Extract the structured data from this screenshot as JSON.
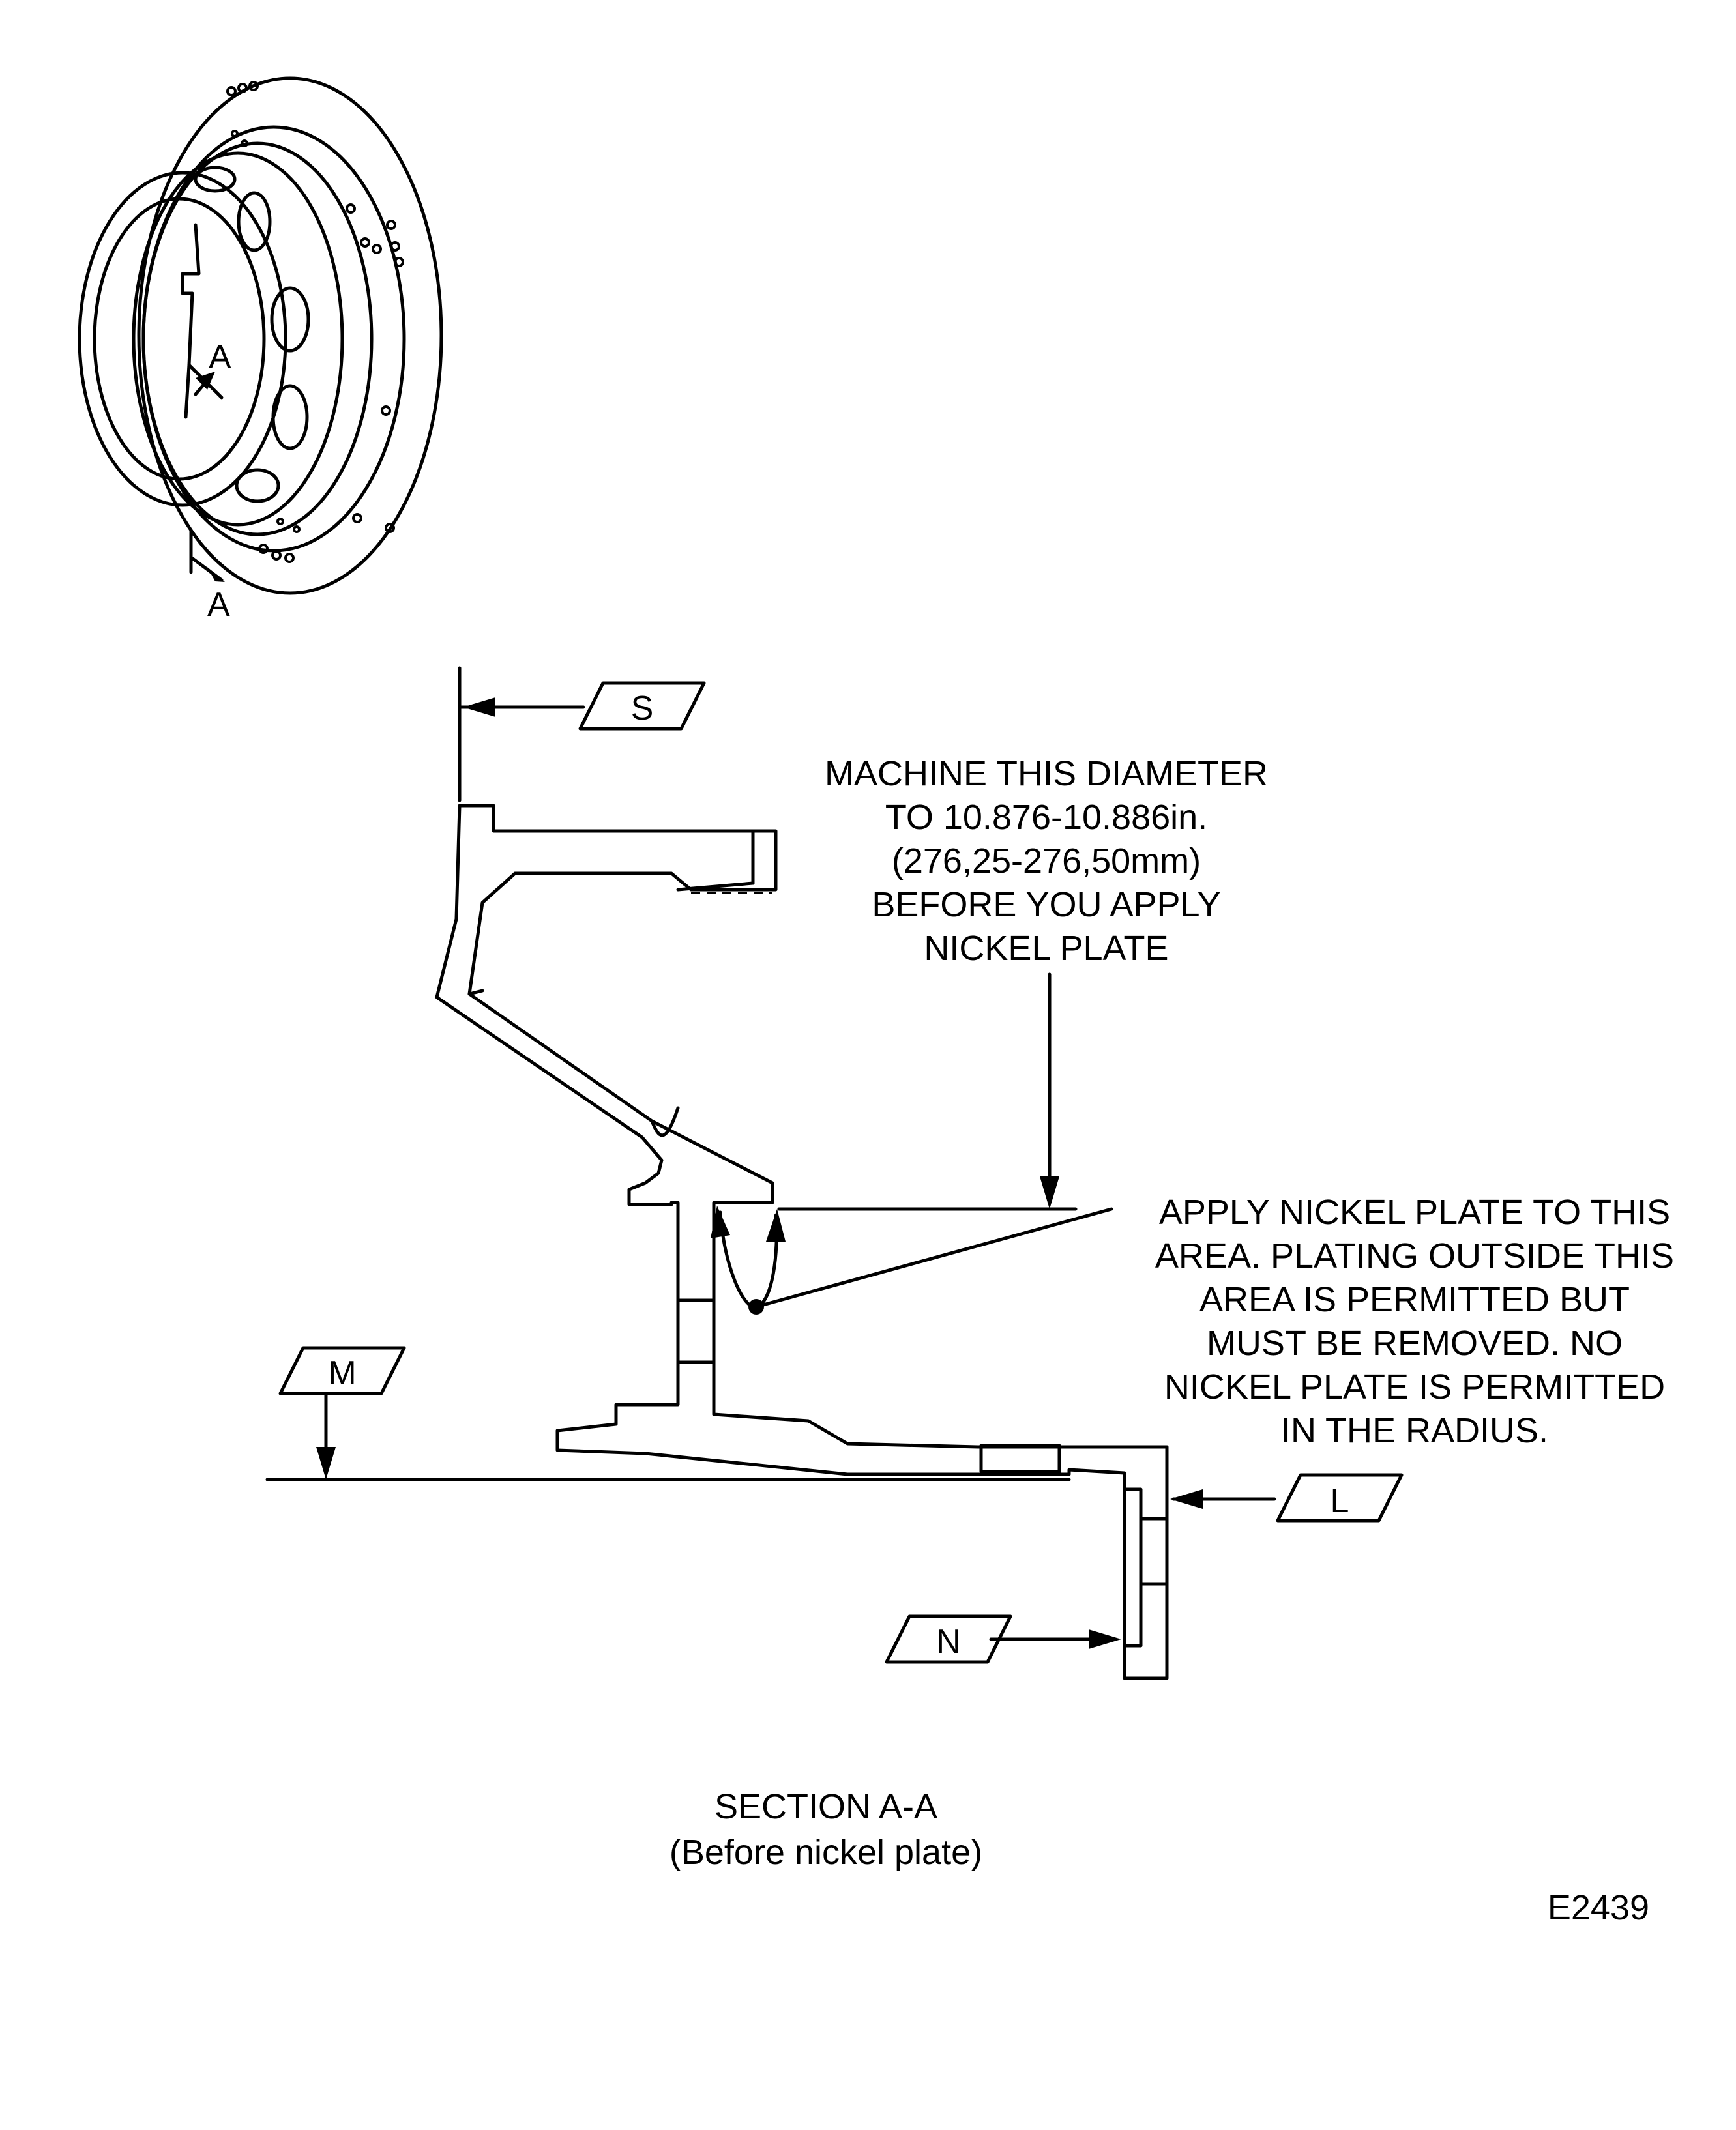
{
  "view_label_top": "A",
  "view_label_bottom": "A",
  "datums": {
    "s": "S",
    "m": "M",
    "l": "L",
    "n": "N"
  },
  "note_machine": [
    "MACHINE THIS DIAMETER",
    "TO 10.876-10.886in.",
    "(276,25-276,50mm)",
    "BEFORE YOU APPLY",
    "NICKEL PLATE"
  ],
  "note_plate": [
    "APPLY NICKEL PLATE TO THIS",
    "AREA. PLATING OUTSIDE THIS",
    "AREA IS PERMITTED BUT",
    "MUST BE REMOVED. NO",
    "NICKEL PLATE IS PERMITTED",
    "IN THE RADIUS."
  ],
  "caption": {
    "title": "SECTION A-A",
    "subtitle": "(Before nickel plate)"
  },
  "figure_id": "E2439"
}
